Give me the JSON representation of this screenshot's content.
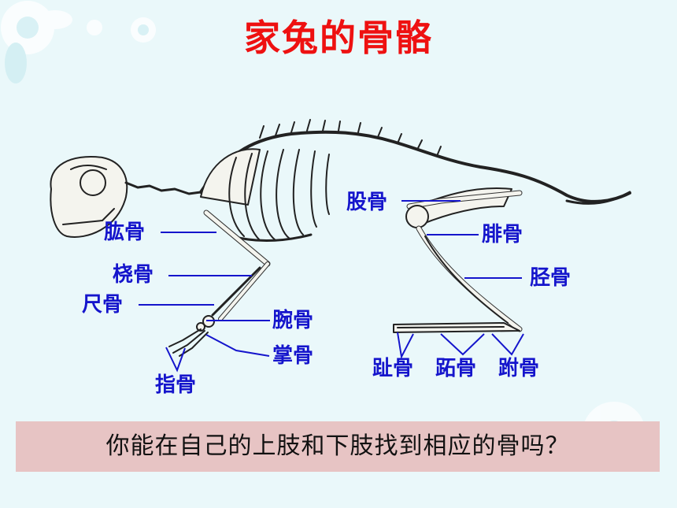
{
  "title": "家兔的骨骼",
  "labels": {
    "humerus": "肱骨",
    "radius": "桡骨",
    "ulna": "尺骨",
    "carpals": "腕骨",
    "metacarpals": "掌骨",
    "phalanges": "指骨",
    "femur": "股骨",
    "fibula": "腓骨",
    "tibia": "胫骨",
    "toe_bones": "趾骨",
    "metatarsals": "跖骨",
    "tarsals": "跗骨"
  },
  "question": "你能在自己的上肢和下肢找到相应的骨吗？",
  "colors": {
    "title": "#ee1111",
    "label": "#1515cc",
    "question_bg": "#e7c4c4",
    "background": "#eaf8fa"
  }
}
